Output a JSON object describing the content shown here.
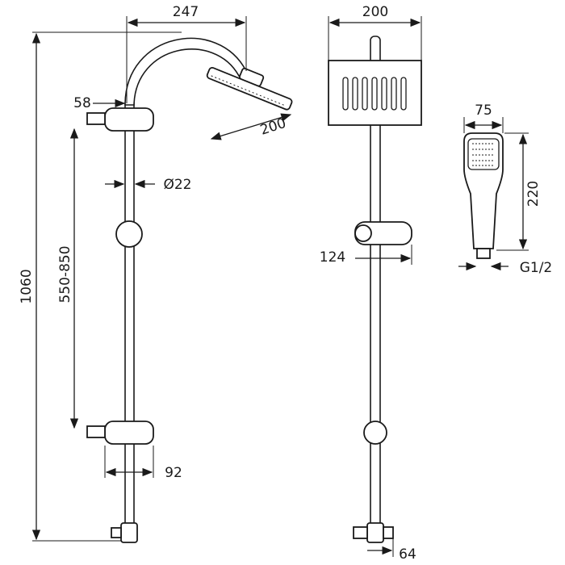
{
  "dimensions": {
    "arm_reach": "247",
    "head_width_front": "200",
    "bracket_offset": "58",
    "head_diameter_side": "200",
    "pipe_diameter": "Ø22",
    "total_height": "1060",
    "bracket_range": "550-850",
    "bottom_bracket_depth": "92",
    "holder_width": "124",
    "outlet_offset": "64",
    "hand_shower_width": "75",
    "hand_shower_length": "220",
    "thread": "G1/2"
  }
}
